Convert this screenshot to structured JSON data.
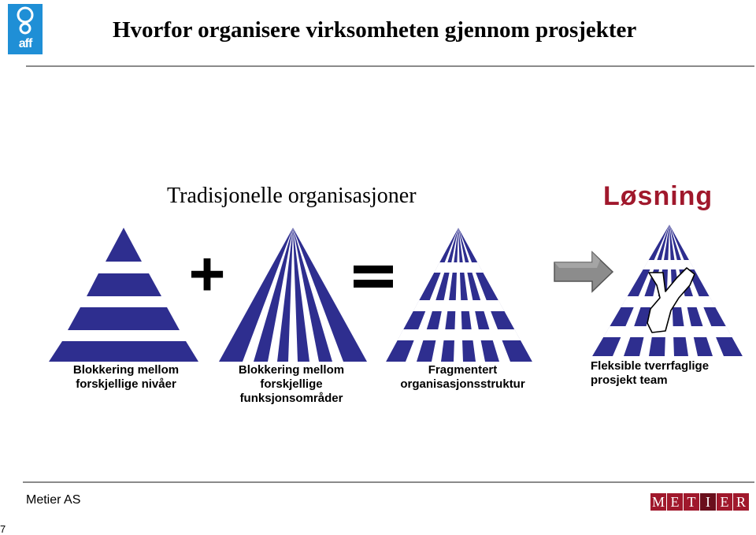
{
  "logo": {
    "text": "aff"
  },
  "title": "Hvorfor organisere virksomheten gjennom prosjekter",
  "heading_left": "Tradisjonelle organisasjoner",
  "heading_right": "Løsning",
  "operators": {
    "plus": "+",
    "equals": "="
  },
  "captions": {
    "c1": {
      "line1": "Blokkering mellom",
      "line2": "forskjellige nivåer"
    },
    "c2": {
      "line1": "Blokkering mellom",
      "line2": "forskjellige",
      "line3": "funksjonsområder"
    },
    "c3": {
      "line1": "Fragmentert",
      "line2": "organisasjonsstruktur"
    },
    "c4": {
      "line1": "Fleksible tverrfaglige",
      "line2": "prosjekt team"
    }
  },
  "footer": {
    "company": "Metier AS",
    "page": "7"
  },
  "brand": {
    "letters": [
      "M",
      "E",
      "T",
      "I",
      "E",
      "R"
    ]
  },
  "colors": {
    "pyramid": "#2e2e8f",
    "accent": "#a0182c",
    "arrow": "#8c8c8c"
  },
  "icons": {
    "arrow": "arrow-right-icon",
    "team": "team-shape-icon"
  }
}
